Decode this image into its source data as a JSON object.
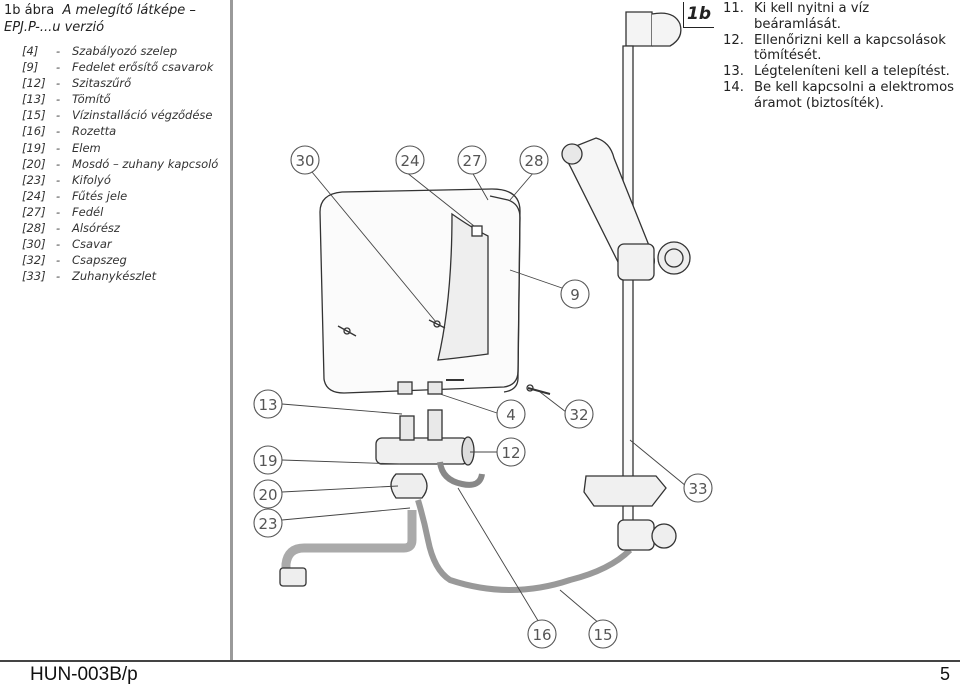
{
  "header": {
    "label": "1b ábra",
    "caption": "A melegítő látképe – EPJ.P-...u verzió"
  },
  "parts": [
    {
      "num": "[4]",
      "name": "Szabályozó szelep"
    },
    {
      "num": "[9]",
      "name": "Fedelet erősítő csavarok"
    },
    {
      "num": "[12]",
      "name": "Szitaszűrő"
    },
    {
      "num": "[13]",
      "name": "Tömítő"
    },
    {
      "num": "[15]",
      "name": "Vízinstalláció végződése"
    },
    {
      "num": "[16]",
      "name": "Rozetta"
    },
    {
      "num": "[19]",
      "name": "Elem"
    },
    {
      "num": "[20]",
      "name": "Mosdó – zuhany kapcsoló"
    },
    {
      "num": "[23]",
      "name": "Kifolyó"
    },
    {
      "num": "[24]",
      "name": "Fűtés jele"
    },
    {
      "num": "[27]",
      "name": "Fedél"
    },
    {
      "num": "[28]",
      "name": "Alsórész"
    },
    {
      "num": "[30]",
      "name": "Csavar"
    },
    {
      "num": "[32]",
      "name": "Csapszeg"
    },
    {
      "num": "[33]",
      "name": "Zuhanykészlet"
    }
  ],
  "figure_badge": "1b",
  "steps": [
    {
      "num": "11.",
      "text": "Ki kell nyitni a víz beáramlását."
    },
    {
      "num": "12.",
      "text": "Ellenőrizni kell a kapcsolások tömítését."
    },
    {
      "num": "13.",
      "text": "Légteleníteni kell a telepítést."
    },
    {
      "num": "14.",
      "text": "Be kell kapcsolni a elektromos áramot (biztosíték)."
    }
  ],
  "callouts": {
    "c30": "30",
    "c24": "24",
    "c27": "27",
    "c28": "28",
    "c9": "9",
    "c13": "13",
    "c4": "4",
    "c32": "32",
    "c12": "12",
    "c19": "19",
    "c20": "20",
    "c23": "23",
    "c33": "33",
    "c16": "16",
    "c15": "15"
  },
  "footer": {
    "code": "HUN-003B/p",
    "page": "5"
  }
}
